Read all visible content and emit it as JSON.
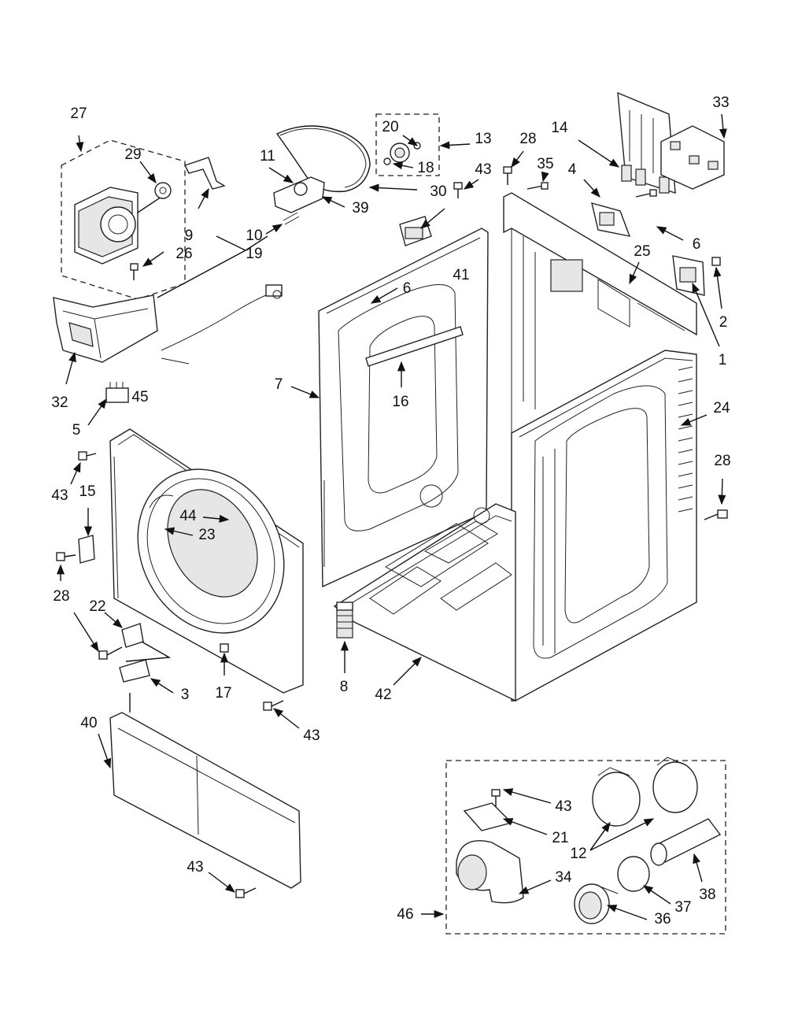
{
  "callouts": [
    {
      "id": "c-27",
      "text": "27"
    },
    {
      "id": "c-29",
      "text": "29"
    },
    {
      "id": "c-9",
      "text": "9"
    },
    {
      "id": "c-26",
      "text": "26"
    },
    {
      "id": "c-32",
      "text": "32"
    },
    {
      "id": "c-5",
      "text": "5"
    },
    {
      "id": "c-45",
      "text": "45"
    },
    {
      "id": "c-11",
      "text": "11"
    },
    {
      "id": "c-10",
      "text": "10"
    },
    {
      "id": "c-19",
      "text": "19"
    },
    {
      "id": "c-39",
      "text": "39"
    },
    {
      "id": "c-30",
      "text": "30"
    },
    {
      "id": "c-20",
      "text": "20"
    },
    {
      "id": "c-18",
      "text": "18"
    },
    {
      "id": "c-13",
      "text": "13"
    },
    {
      "id": "c-28a",
      "text": "28"
    },
    {
      "id": "c-43a",
      "text": "43"
    },
    {
      "id": "c-35",
      "text": "35"
    },
    {
      "id": "c-14",
      "text": "14"
    },
    {
      "id": "c-4",
      "text": "4"
    },
    {
      "id": "c-33",
      "text": "33"
    },
    {
      "id": "c-6a",
      "text": "6"
    },
    {
      "id": "c-25",
      "text": "25"
    },
    {
      "id": "c-2",
      "text": "2"
    },
    {
      "id": "c-1",
      "text": "1"
    },
    {
      "id": "c-6b",
      "text": "6"
    },
    {
      "id": "c-41",
      "text": "41"
    },
    {
      "id": "c-16",
      "text": "16"
    },
    {
      "id": "c-7",
      "text": "7"
    },
    {
      "id": "c-24",
      "text": "24"
    },
    {
      "id": "c-28b",
      "text": "28"
    },
    {
      "id": "c-43b",
      "text": "43"
    },
    {
      "id": "c-15",
      "text": "15"
    },
    {
      "id": "c-44",
      "text": "44"
    },
    {
      "id": "c-23",
      "text": "23"
    },
    {
      "id": "c-28c",
      "text": "28"
    },
    {
      "id": "c-22",
      "text": "22"
    },
    {
      "id": "c-17",
      "text": "17"
    },
    {
      "id": "c-3",
      "text": "3"
    },
    {
      "id": "c-8",
      "text": "8"
    },
    {
      "id": "c-42",
      "text": "42"
    },
    {
      "id": "c-43c",
      "text": "43"
    },
    {
      "id": "c-40",
      "text": "40"
    },
    {
      "id": "c-43d",
      "text": "43"
    },
    {
      "id": "c-43e",
      "text": "43"
    },
    {
      "id": "c-21",
      "text": "21"
    },
    {
      "id": "c-12",
      "text": "12"
    },
    {
      "id": "c-34",
      "text": "34"
    },
    {
      "id": "c-38",
      "text": "38"
    },
    {
      "id": "c-37",
      "text": "37"
    },
    {
      "id": "c-36",
      "text": "36"
    },
    {
      "id": "c-46",
      "text": "46"
    }
  ]
}
